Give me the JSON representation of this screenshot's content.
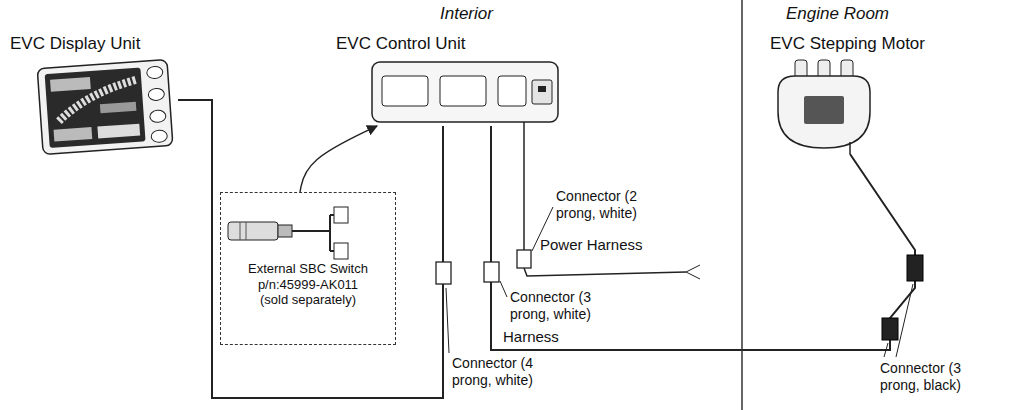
{
  "diagram": {
    "nodes": [
      {
        "text": [
          "EVC Display Unit"
        ]
      },
      {
        "text": [
          "EVC Control Unit"
        ]
      },
      {
        "text": [
          "External SBC Switch p/n:45999-AK011 (sold separately)"
        ]
      },
      {
        "text": [
          "EVC Stepping Motor"
        ]
      }
    ],
    "edges": [
      {
        "from": 0,
        "to": 1,
        "arrow": "none"
      },
      {
        "from": 2,
        "to": 1,
        "arrow": "to"
      },
      {
        "from": 1,
        "to": 3,
        "label": "Harness",
        "arrow": "none"
      }
    ],
    "labels": [
      "Interior",
      "Engine Room",
      "Connector (2 prong, white)",
      "Power Harness",
      "Connector (3 prong, white)",
      "Connector (4 prong, white)",
      "Connector (3 prong, black)"
    ]
  }
}
